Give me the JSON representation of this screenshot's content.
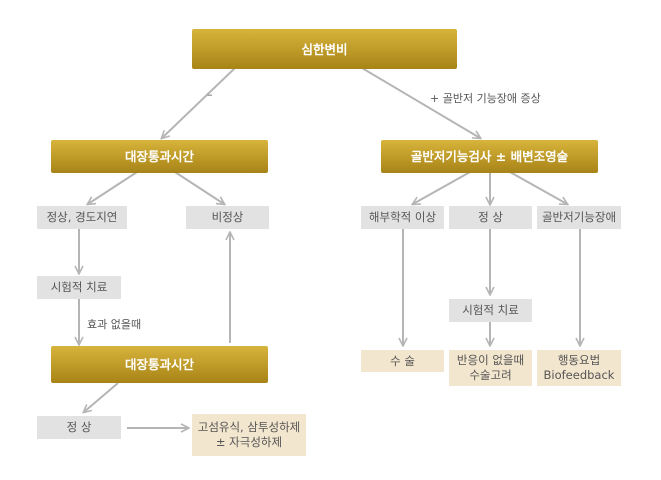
{
  "nodes": {
    "top": "심한변비",
    "left_transit": "대장통과시간",
    "right_test": "골반저기능검사 ± 배변조영술",
    "normal_delay": "정상, 경도지연",
    "abnormal": "비정상",
    "trial_left": "시험적 치료",
    "left_transit2": "대장통과시간",
    "normal_bottom": "정 상",
    "fiber": [
      "고섬유식, 삼투성하제",
      "± 자극성하제"
    ],
    "anatomic": "해부학적 이상",
    "normal_mid": "정 상",
    "pfd": "골반저기능장애",
    "trial_right": "시험적 치료",
    "surgery": "수 술",
    "consider_surgery": [
      "반응이 없을때",
      "수술고려"
    ],
    "behavior": [
      "행동요법",
      "Biofeedback"
    ]
  },
  "labels": {
    "minus": "–",
    "plus_pfd": "+ 골반저 기능장애 증상",
    "no_effect": "효과 없을때"
  },
  "colors": {
    "gold_top": "#d7b43b",
    "gold_bottom": "#a88317",
    "gray": "#e2e2e2",
    "beige": "#f3e6ce",
    "arrow": "#b5b5b5"
  }
}
